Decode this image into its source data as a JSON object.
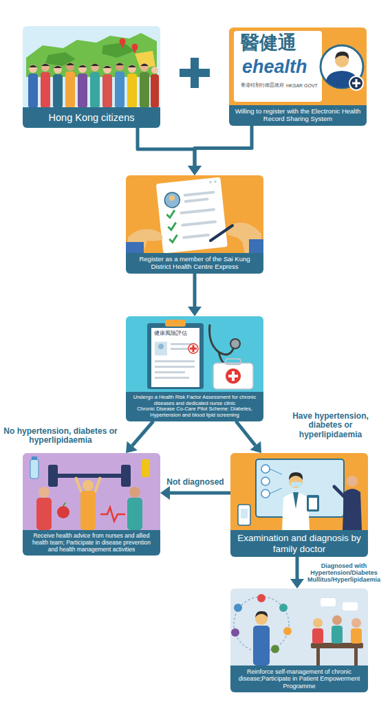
{
  "diagram": {
    "nodes": [
      {
        "text": [
          "Hong Kong citizens"
        ]
      },
      {
        "text": [
          "Willing to register with the Electronic Health Record Sharing System"
        ]
      },
      {
        "text": [
          "Register as a member of the Sai Kung District Health Centre Express"
        ]
      },
      {
        "text": [
          "Undergo a Health Risk Factor Assessment for chronic diseases and dedicated nurse clinic",
          "Chronic Disease Co-Care Pilot Scheme: Diabetes, Hypertension and blood lipid screening"
        ]
      },
      {
        "text": [
          "Receive health advice from nurses and allied health team; Participate in disease prevention and health management activities"
        ]
      },
      {
        "text": [
          "Examination and diagnosis by family doctor"
        ]
      },
      {
        "text": [
          "Reinforce self-management of chronic disease;Participate in Patient Empowerment Programme"
        ]
      }
    ],
    "edges": [
      {
        "from": 0,
        "to": 2,
        "arrow": "to"
      },
      {
        "from": 1,
        "to": 2,
        "arrow": "to"
      },
      {
        "from": 2,
        "to": 3,
        "arrow": "to"
      },
      {
        "from": 3,
        "to": 4,
        "label": "No hypertension, diabetes or hyperlipidaemia",
        "arrow": "to"
      },
      {
        "from": 3,
        "to": 5,
        "label": "Have hypertension, diabetes or hyperlipidaemia",
        "arrow": "to"
      },
      {
        "from": 5,
        "to": 4,
        "label": "Not diagnosed",
        "arrow": "to"
      },
      {
        "from": 5,
        "to": 6,
        "label": "Diagnosed with Hypertension/Diabetes Mullitus/Hyperlipidaemia",
        "arrow": "to"
      }
    ],
    "labels": [
      "醫健通",
      "ehealth",
      "香港特別行政區政府",
      "HKSAR GOVT",
      "健康風險評估"
    ]
  }
}
